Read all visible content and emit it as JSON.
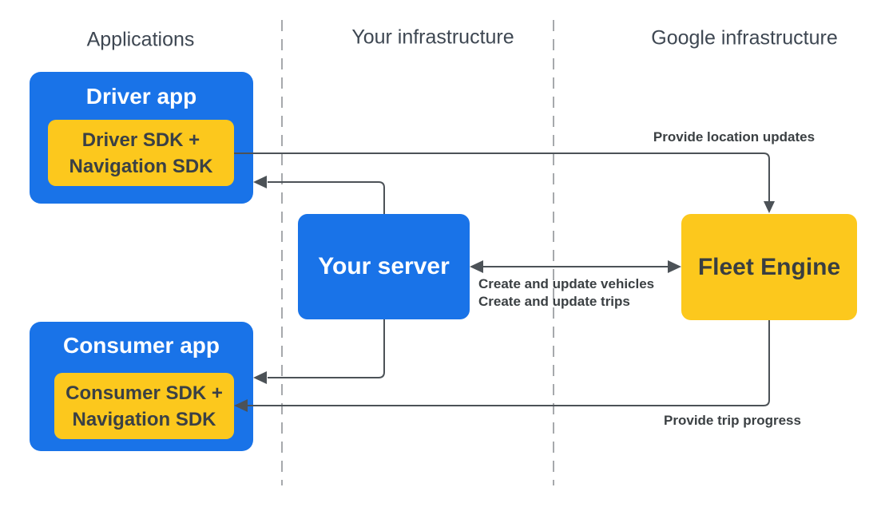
{
  "diagram": {
    "columns": {
      "applications": "Applications",
      "your_infrastructure": "Your infrastructure",
      "google_infrastructure": "Google infrastructure"
    },
    "nodes": {
      "driver_app": {
        "title": "Driver app",
        "sdk_line1": "Driver SDK +",
        "sdk_line2": "Navigation SDK"
      },
      "consumer_app": {
        "title": "Consumer app",
        "sdk_line1": "Consumer SDK +",
        "sdk_line2": "Navigation SDK"
      },
      "your_server": {
        "title": "Your server"
      },
      "fleet_engine": {
        "title": "Fleet Engine"
      }
    },
    "edge_labels": {
      "provide_location_updates": "Provide location updates",
      "create_update_vehicles": "Create and update vehicles",
      "create_update_trips": "Create and update trips",
      "provide_trip_progress": "Provide trip progress"
    }
  },
  "colors": {
    "node_blue": "#1973e8",
    "node_yellow": "#fcc81d",
    "connector": "#4c5257",
    "divider_gray": "#a6a9ac",
    "header_text": "#3e4752",
    "dark_label": "#3b4043",
    "sdk_text": "#3a4045",
    "white_text": "#ffffff",
    "background": "#ffffff"
  }
}
